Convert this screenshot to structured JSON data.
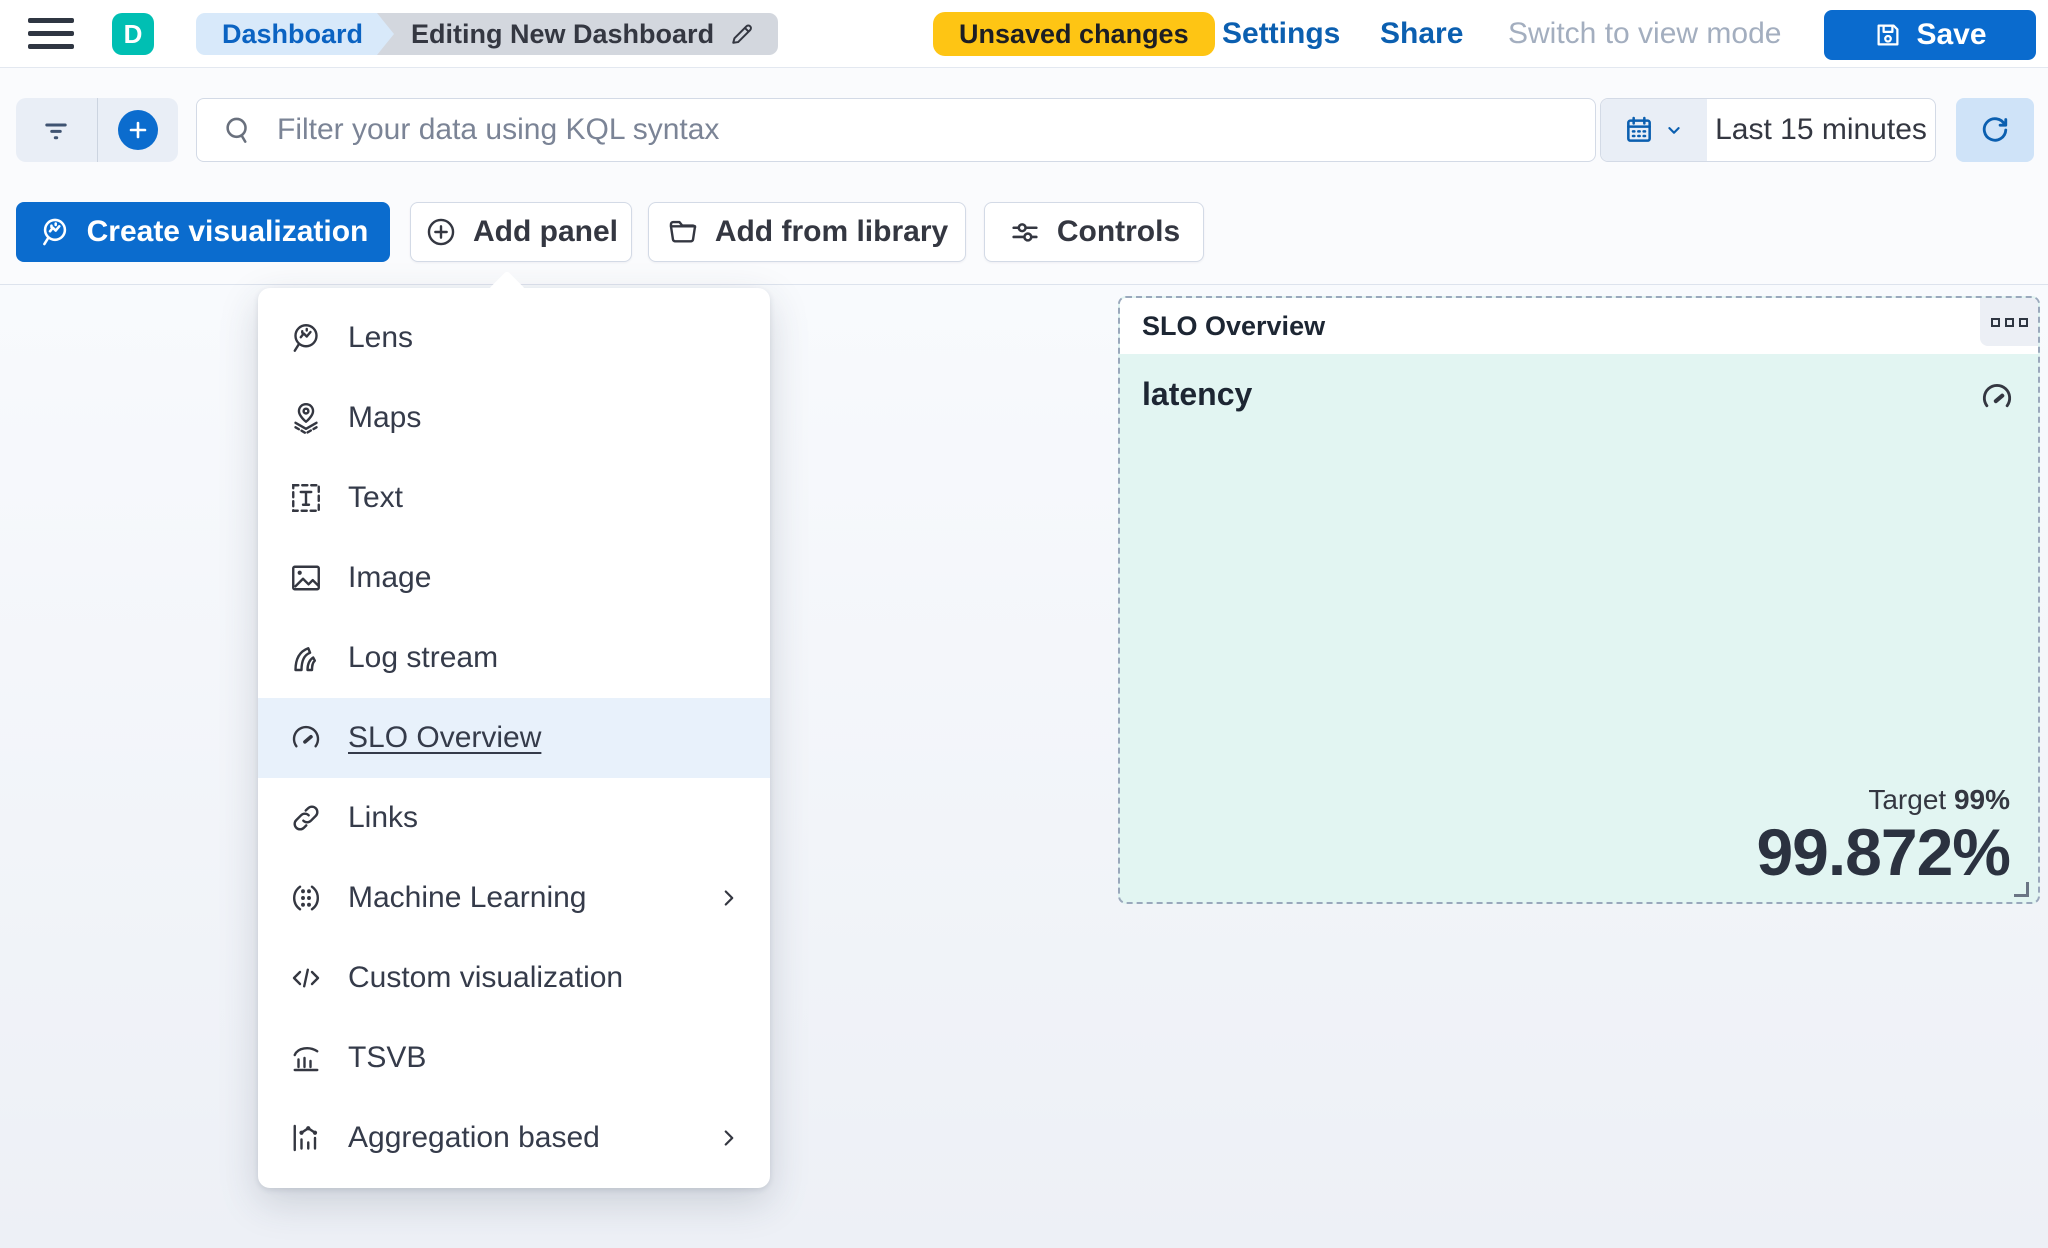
{
  "header": {
    "logo_letter": "D",
    "breadcrumbs": {
      "root": "Dashboard",
      "current": "Editing New Dashboard"
    },
    "unsaved_badge": "Unsaved changes",
    "settings_label": "Settings",
    "share_label": "Share",
    "switch_view_label": "Switch to view mode",
    "save_label": "Save"
  },
  "querybar": {
    "search_placeholder": "Filter your data using KQL syntax",
    "time_range": "Last 15 minutes"
  },
  "toolbar": {
    "create_visualization": "Create visualization",
    "add_panel": "Add panel",
    "add_from_library": "Add from library",
    "controls": "Controls"
  },
  "add_panel_menu": {
    "items": [
      {
        "label": "Lens",
        "icon": "lens-icon"
      },
      {
        "label": "Maps",
        "icon": "maps-icon"
      },
      {
        "label": "Text",
        "icon": "text-icon"
      },
      {
        "label": "Image",
        "icon": "image-icon"
      },
      {
        "label": "Log stream",
        "icon": "log-stream-icon"
      },
      {
        "label": "SLO Overview",
        "icon": "gauge-icon",
        "selected": true
      },
      {
        "label": "Links",
        "icon": "link-icon"
      },
      {
        "label": "Machine Learning",
        "icon": "machine-learning-icon",
        "has_submenu": true
      },
      {
        "label": "Custom visualization",
        "icon": "code-icon"
      },
      {
        "label": "TSVB",
        "icon": "tsvb-icon"
      },
      {
        "label": "Aggregation based",
        "icon": "aggregation-chart-icon",
        "has_submenu": true
      }
    ]
  },
  "slo_panel": {
    "title": "SLO Overview",
    "metric_name": "latency",
    "target_label": "Target ",
    "target_value": "99%",
    "value": "99.872%"
  },
  "colors": {
    "primary_blue": "#0b6cce",
    "link_blue": "#0b5fb0",
    "teal_brand": "#00bfb3",
    "warning_yellow": "#fec514",
    "panel_mint": "#e2f5f2",
    "menu_highlight": "#e8f1fb",
    "text_dark": "#343741",
    "muted_gray": "#a3aebf"
  }
}
